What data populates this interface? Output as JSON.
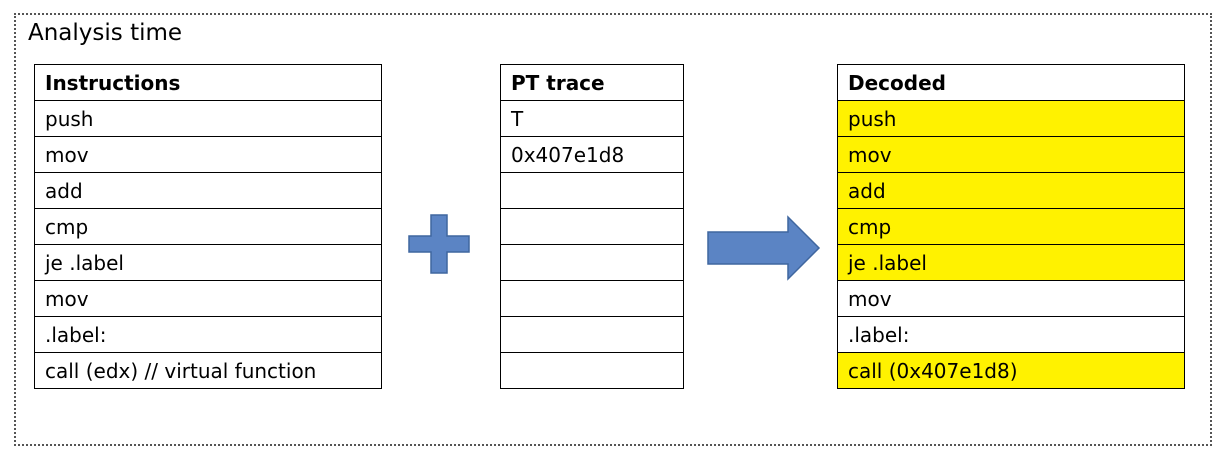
{
  "title": "Analysis time",
  "instructions": {
    "header": "Instructions",
    "rows": [
      "push",
      "mov",
      "add",
      "cmp",
      "je .label",
      "mov",
      ".label:",
      "call (edx) // virtual function"
    ]
  },
  "trace": {
    "header": "PT trace",
    "rows": [
      "T",
      "0x407e1d8",
      "",
      "",
      "",
      "",
      "",
      ""
    ]
  },
  "decoded": {
    "header": "Decoded",
    "rows": [
      {
        "text": "push",
        "highlighted": true
      },
      {
        "text": "mov",
        "highlighted": true
      },
      {
        "text": "add",
        "highlighted": true
      },
      {
        "text": "cmp",
        "highlighted": true
      },
      {
        "text": "je .label",
        "highlighted": true
      },
      {
        "text": "mov",
        "highlighted": false
      },
      {
        "text": ".label:",
        "highlighted": false
      },
      {
        "text": "call (0x407e1d8)",
        "highlighted": true
      }
    ]
  },
  "colors": {
    "highlight": "#fff200",
    "shape_fill": "#5b84c4",
    "shape_stroke": "#3f669f"
  },
  "icons": {
    "operator": "plus-icon",
    "result": "right-arrow-icon"
  }
}
